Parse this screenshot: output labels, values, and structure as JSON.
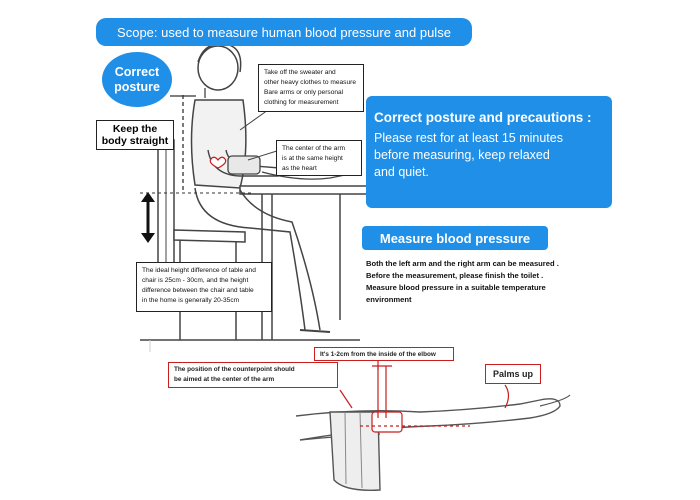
{
  "banner": {
    "scope": "Scope: used to measure human blood pressure and pulse"
  },
  "correct_posture": {
    "line1": "Correct",
    "line2": "posture"
  },
  "labels": {
    "keep_body_straight_1": "Keep the",
    "keep_body_straight_2": "body straight"
  },
  "notes": {
    "sweater": [
      "Take off the sweater and",
      "other heavy clothes to measure",
      "Bare arms or only personal",
      "clothing for measurement"
    ],
    "arm_center": [
      "The center of the arm",
      "is at the same height",
      "as the heart"
    ],
    "height_diff": [
      "The ideal height difference of table and",
      "chair is 25cm - 30cm, and the height",
      "difference between the chair and table",
      "in the home is generally 20-35cm"
    ]
  },
  "precautions": {
    "title": "Correct posture and precautions :",
    "lines": [
      "Please rest for at least 15 minutes",
      "before measuring, keep relaxed",
      "and quiet."
    ]
  },
  "measure": {
    "title": "Measure blood pressure",
    "lines": [
      "Both the left arm and the right arm can be measured .",
      "Before the measurement, please finish the toilet .",
      "Measure blood pressure in a suitable temperature",
      "environment"
    ]
  },
  "arm_callouts": {
    "counterpoint": [
      "The position of the counterpoint should",
      "be aimed at the center of the arm"
    ],
    "elbow": "It's 1-2cm from the inside of the elbow",
    "palms": "Palms up"
  },
  "colors": {
    "accent_blue": "#1f8fe8",
    "callout_red": "#c81e1e",
    "line_gray": "#444444"
  }
}
